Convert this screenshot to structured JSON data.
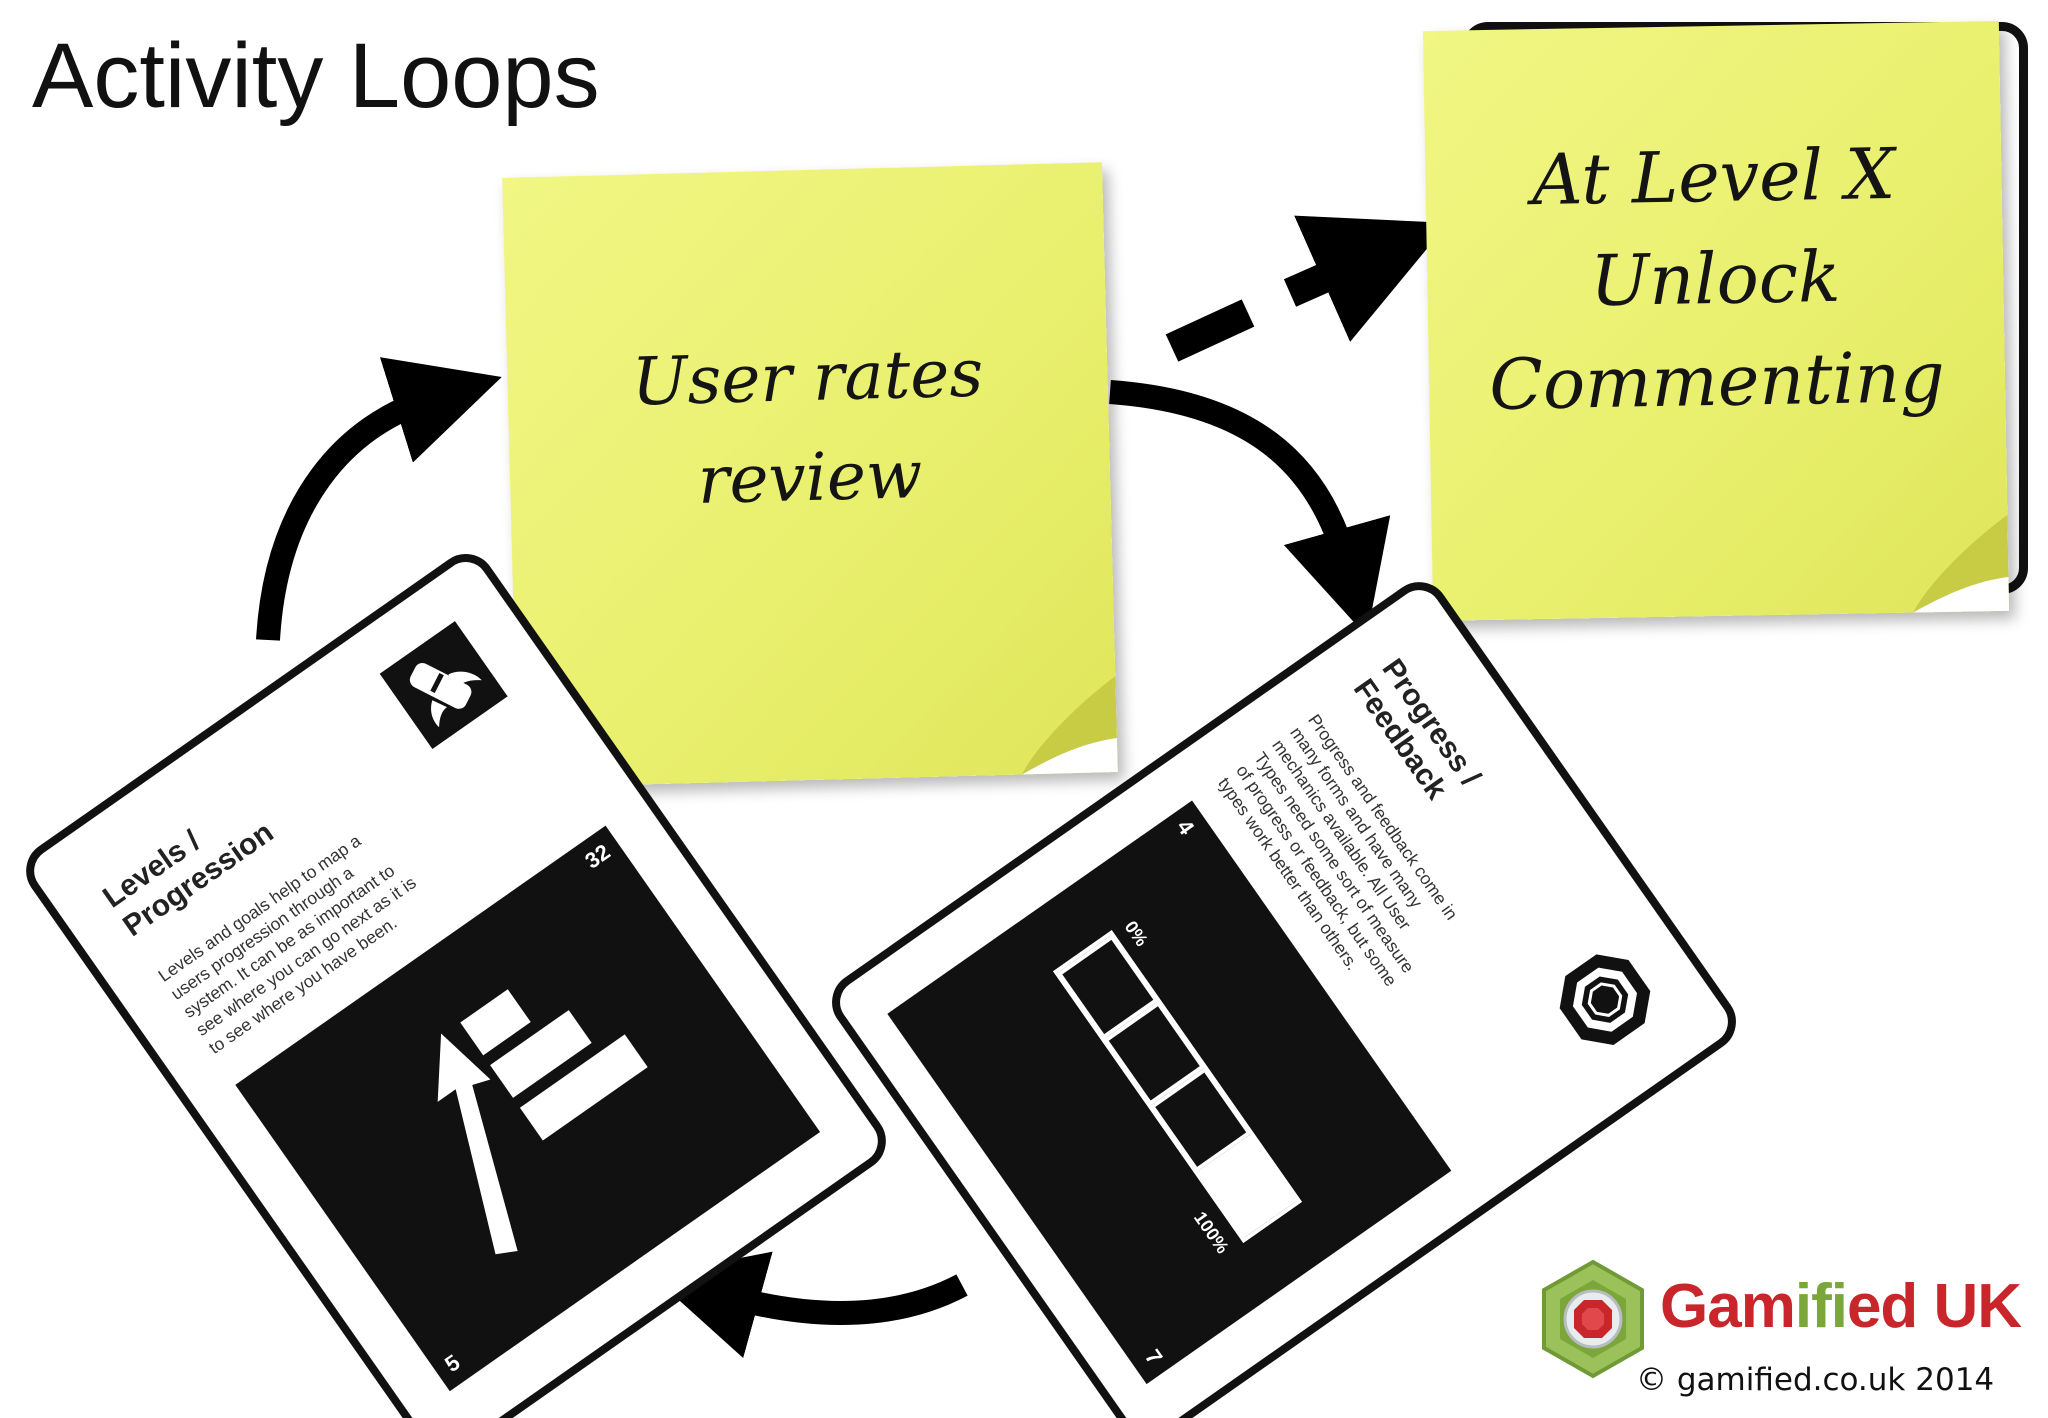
{
  "slide": {
    "title": "Activity Loops"
  },
  "notes": {
    "action": {
      "lines": [
        "User rates",
        "review"
      ]
    },
    "unlock": {
      "lines": [
        "At Level X",
        "Unlock",
        "Commenting"
      ]
    }
  },
  "cards": {
    "levels": {
      "title_lines": [
        "Levels /",
        "Progression"
      ],
      "description_lines": [
        "Levels and goals help to map a",
        "users   progression   through   a",
        "system. It can be as important to",
        "see where you can go next as it is",
        "to see where you have been."
      ],
      "number_top": "32",
      "number_bottom": "5",
      "icon": "rolled-scroll-icon",
      "panel_icon": "level-bars-arrow-icon"
    },
    "progress": {
      "title_lines": [
        "Progress /",
        "Feedback"
      ],
      "description_lines": [
        "Progress  and  feedback  come  in",
        "many    forms    and    have    many",
        "mechanics    available.    All    User",
        "Types need some sort of measure",
        "of progress or feedback, but some",
        "types work better than others."
      ],
      "number_left": "4",
      "number_right": "7",
      "bar_start_label": "0%",
      "bar_end_label": "100%",
      "bar_progress": 0.75,
      "icon": "octagon-badge-icon",
      "panel_icon": "progress-bar-icon"
    }
  },
  "connectors": {
    "loop": [
      "curved-arrow-right",
      "curved-arrow-down",
      "curved-arrow-left",
      "curved-arrow-up"
    ],
    "unlock_trigger": "dashed-arrow"
  },
  "logo": {
    "word_parts": [
      "Gam",
      "ifi",
      "ed UK"
    ],
    "copyright": "© gamified.co.uk 2014",
    "mark": "hexagon-logo-icon",
    "colors": {
      "red": "#c8262b",
      "green": "#7ba63a"
    }
  }
}
